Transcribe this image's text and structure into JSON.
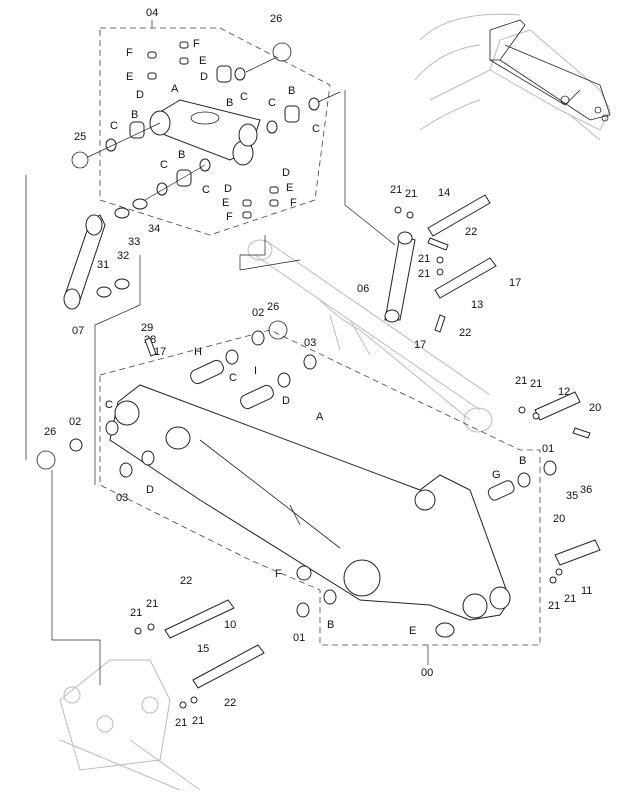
{
  "title": "Arm assembly exploded parts diagram",
  "group_labels": {
    "link_group": "04",
    "arm_group": "00"
  },
  "callouts": {
    "c04": "04",
    "c26a": "26",
    "c25": "25",
    "Fa": "F",
    "Fb": "F",
    "Ea": "E",
    "Eb": "E",
    "Da": "D",
    "Db": "D",
    "A1": "A",
    "B1": "B",
    "C1": "C",
    "B2": "B",
    "C2": "C",
    "C3": "C",
    "B3": "B",
    "C4": "C",
    "B4": "B",
    "C5": "C",
    "C6": "C",
    "Dc": "D",
    "Ec": "E",
    "Fc": "F",
    "Dd": "D",
    "Ed": "E",
    "Fd": "F",
    "c33": "33",
    "c34": "34",
    "c31": "31",
    "c32": "32",
    "c07": "07",
    "c29": "29",
    "c28": "28",
    "c17a": "17",
    "c02a": "02",
    "c26b": "26",
    "cH": "H",
    "cC7": "C",
    "cI": "I",
    "cD2": "D",
    "c03a": "03",
    "cA2": "A",
    "cC8": "C",
    "c02b": "02",
    "c26c": "26",
    "c03b": "03",
    "cD3": "D",
    "c21a": "21",
    "c21b": "21",
    "c14": "14",
    "c22a": "22",
    "c06": "06",
    "c21c": "21",
    "c21d": "21",
    "c13": "13",
    "c17b": "17",
    "c17c": "17",
    "c22b": "22",
    "c21e": "21",
    "c21f": "21",
    "c12": "12",
    "c20a": "20",
    "c01a": "01",
    "cB5": "B",
    "cG": "G",
    "c35": "35",
    "c36": "36",
    "c20b": "20",
    "c11": "11",
    "c21g": "21",
    "c21h": "21",
    "cF2": "F",
    "cB6": "B",
    "c01b": "01",
    "cE2": "E",
    "c00": "00",
    "c22c": "22",
    "c21i": "21",
    "c21j": "21",
    "c15": "15",
    "c10": "10",
    "c22d": "22",
    "c21k": "21",
    "c21l": "21"
  }
}
